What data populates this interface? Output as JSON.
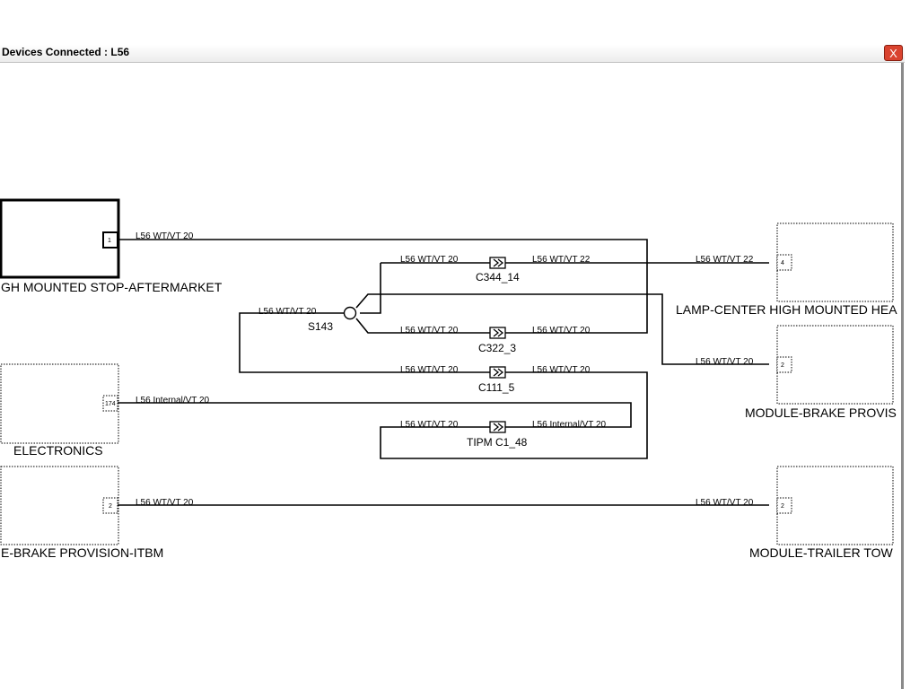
{
  "window": {
    "title": "Devices Connected : L56",
    "close_label": "X"
  },
  "devices": {
    "stop_lamp": {
      "label": "GH MOUNTED STOP-AFTERMARKET",
      "pin": "1"
    },
    "lamp_center": {
      "label": "LAMP-CENTER HIGH MOUNTED HEA",
      "pin": "4"
    },
    "module_brake_provis": {
      "label": "MODULE-BRAKE PROVIS",
      "pin": "2"
    },
    "electronics": {
      "label": "ELECTRONICS",
      "pin": "174"
    },
    "brake_provision_itbm": {
      "label": "E-BRAKE PROVISION-ITBM",
      "pin": "2"
    },
    "module_trailer_tow": {
      "label": "MODULE-TRAILER TOW",
      "pin": "2"
    }
  },
  "splice": {
    "label": "S143"
  },
  "connectors": {
    "c344": "C344_14",
    "c322": "C322_3",
    "c111": "C111_5",
    "tipm": "TIPM C1_48"
  },
  "wires": {
    "stop_lamp": "L56 WT/VT 20",
    "splice_in": "L56 WT/VT 20",
    "c344_left": "L56 WT/VT 20",
    "c344_right": "L56 WT/VT 22",
    "lamp_center": "L56 WT/VT 22",
    "c322_left": "L56 WT/VT 20",
    "c322_right": "L56 WT/VT 20",
    "module_brake": "L56 WT/VT 20",
    "c111_left": "L56 WT/VT 20",
    "c111_right": "L56 WT/VT 20",
    "electronics": "L56 Internal/VT 20",
    "tipm_left": "L56 WT/VT 20",
    "tipm_right": "L56 Internal/VT 20",
    "itbm_left": "L56 WT/VT 20",
    "itbm_right": "L56 WT/VT 20"
  }
}
